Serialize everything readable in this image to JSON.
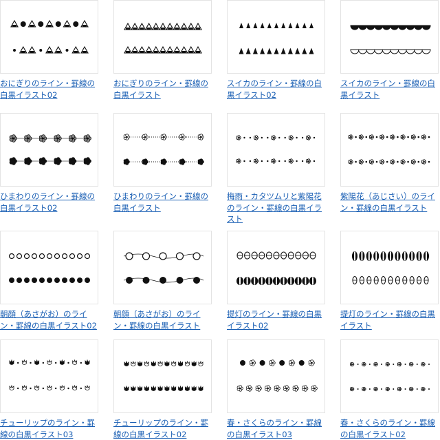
{
  "items": [
    {
      "caption": "おにぎりのライン・罫線の白黒イラスト02",
      "motif": "onigiri-mix-icon"
    },
    {
      "caption": "おにぎりのライン・罫線の白黒イラスト",
      "motif": "onigiri-row-icon"
    },
    {
      "caption": "スイカのライン・罫線の白黒イラスト02",
      "motif": "watermelon-wedge-icon"
    },
    {
      "caption": "スイカのライン・罫線の白黒イラスト",
      "motif": "watermelon-slice-icon"
    },
    {
      "caption": "ひまわりのライン・罫線の白黒イラスト02",
      "motif": "sunflower-line-icon"
    },
    {
      "caption": "ひまわりのライン・罫線の白黒イラスト",
      "motif": "sunflower-dotted-icon"
    },
    {
      "caption": "梅雨・カタツムリと紫陽花のライン・罫線の白黒イラスト",
      "motif": "snail-hydrangea-icon"
    },
    {
      "caption": "紫陽花（あじさい）のライン・罫線の白黒イラスト",
      "motif": "hydrangea-icon"
    },
    {
      "caption": "朝顔（あさがお）のライン・罫線の白黒イラスト02",
      "motif": "morning-glory-icon"
    },
    {
      "caption": "朝顔（あさがお）のライン・罫線の白黒イラスト",
      "motif": "morning-glory-vine-icon"
    },
    {
      "caption": "提灯のライン・罫線の白黒イラスト02",
      "motif": "lantern-round-icon"
    },
    {
      "caption": "提灯のライン・罫線の白黒イラスト",
      "motif": "lantern-tall-icon"
    },
    {
      "caption": "チューリップのライン・罫線の白黒イラスト03",
      "motif": "tulip-sparse-icon"
    },
    {
      "caption": "チューリップのライン・罫線の白黒イラスト02",
      "motif": "tulip-dense-icon"
    },
    {
      "caption": "春・さくらのライン・罫線の白黒イラスト03",
      "motif": "sakura-bold-icon"
    },
    {
      "caption": "春・さくらのライン・罫線の白黒イラスト02",
      "motif": "sakura-light-icon"
    }
  ]
}
